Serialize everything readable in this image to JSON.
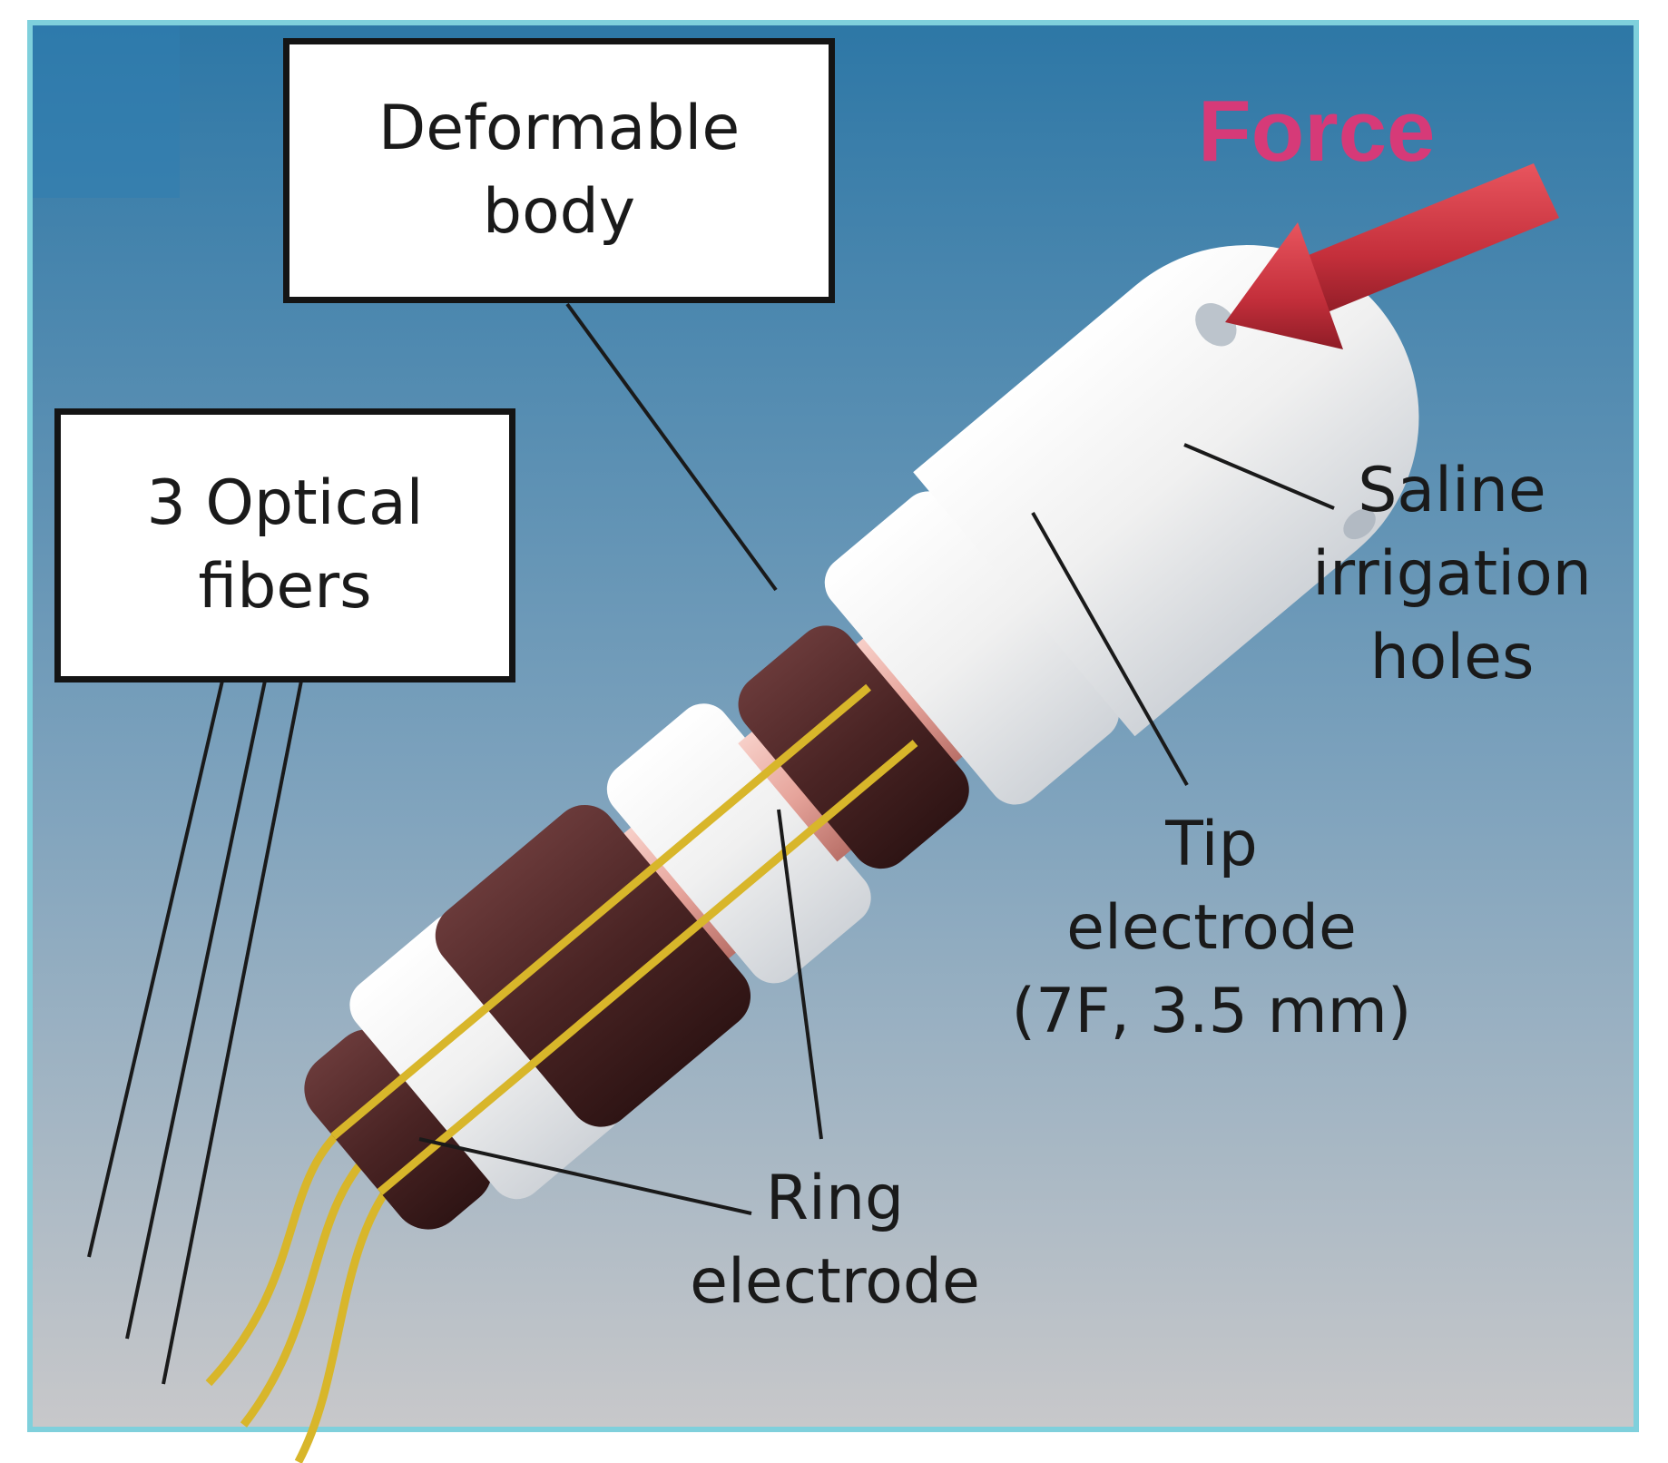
{
  "colors": {
    "bg_top": "#2e7aa8",
    "bg_bottom": "#c7c7c9",
    "frame": "#7fd0dc",
    "force": "#d63a78",
    "arrow": "#c8323f",
    "fiber": "#d8b62a",
    "ring_dark": "#4a2323",
    "copper": "#e8a8a0",
    "white_part": "#f2f2f2"
  },
  "labels": {
    "force": "Force",
    "deformable_body": [
      "Deformable",
      "body"
    ],
    "optical_fibers": [
      "3 Optical",
      "fibers"
    ],
    "saline_holes": [
      "Saline",
      "irrigation",
      "holes"
    ],
    "tip_electrode": [
      "Tip",
      "electrode",
      "(7F, 3.5 mm)"
    ],
    "ring_electrode": [
      "Ring",
      "electrode"
    ]
  }
}
